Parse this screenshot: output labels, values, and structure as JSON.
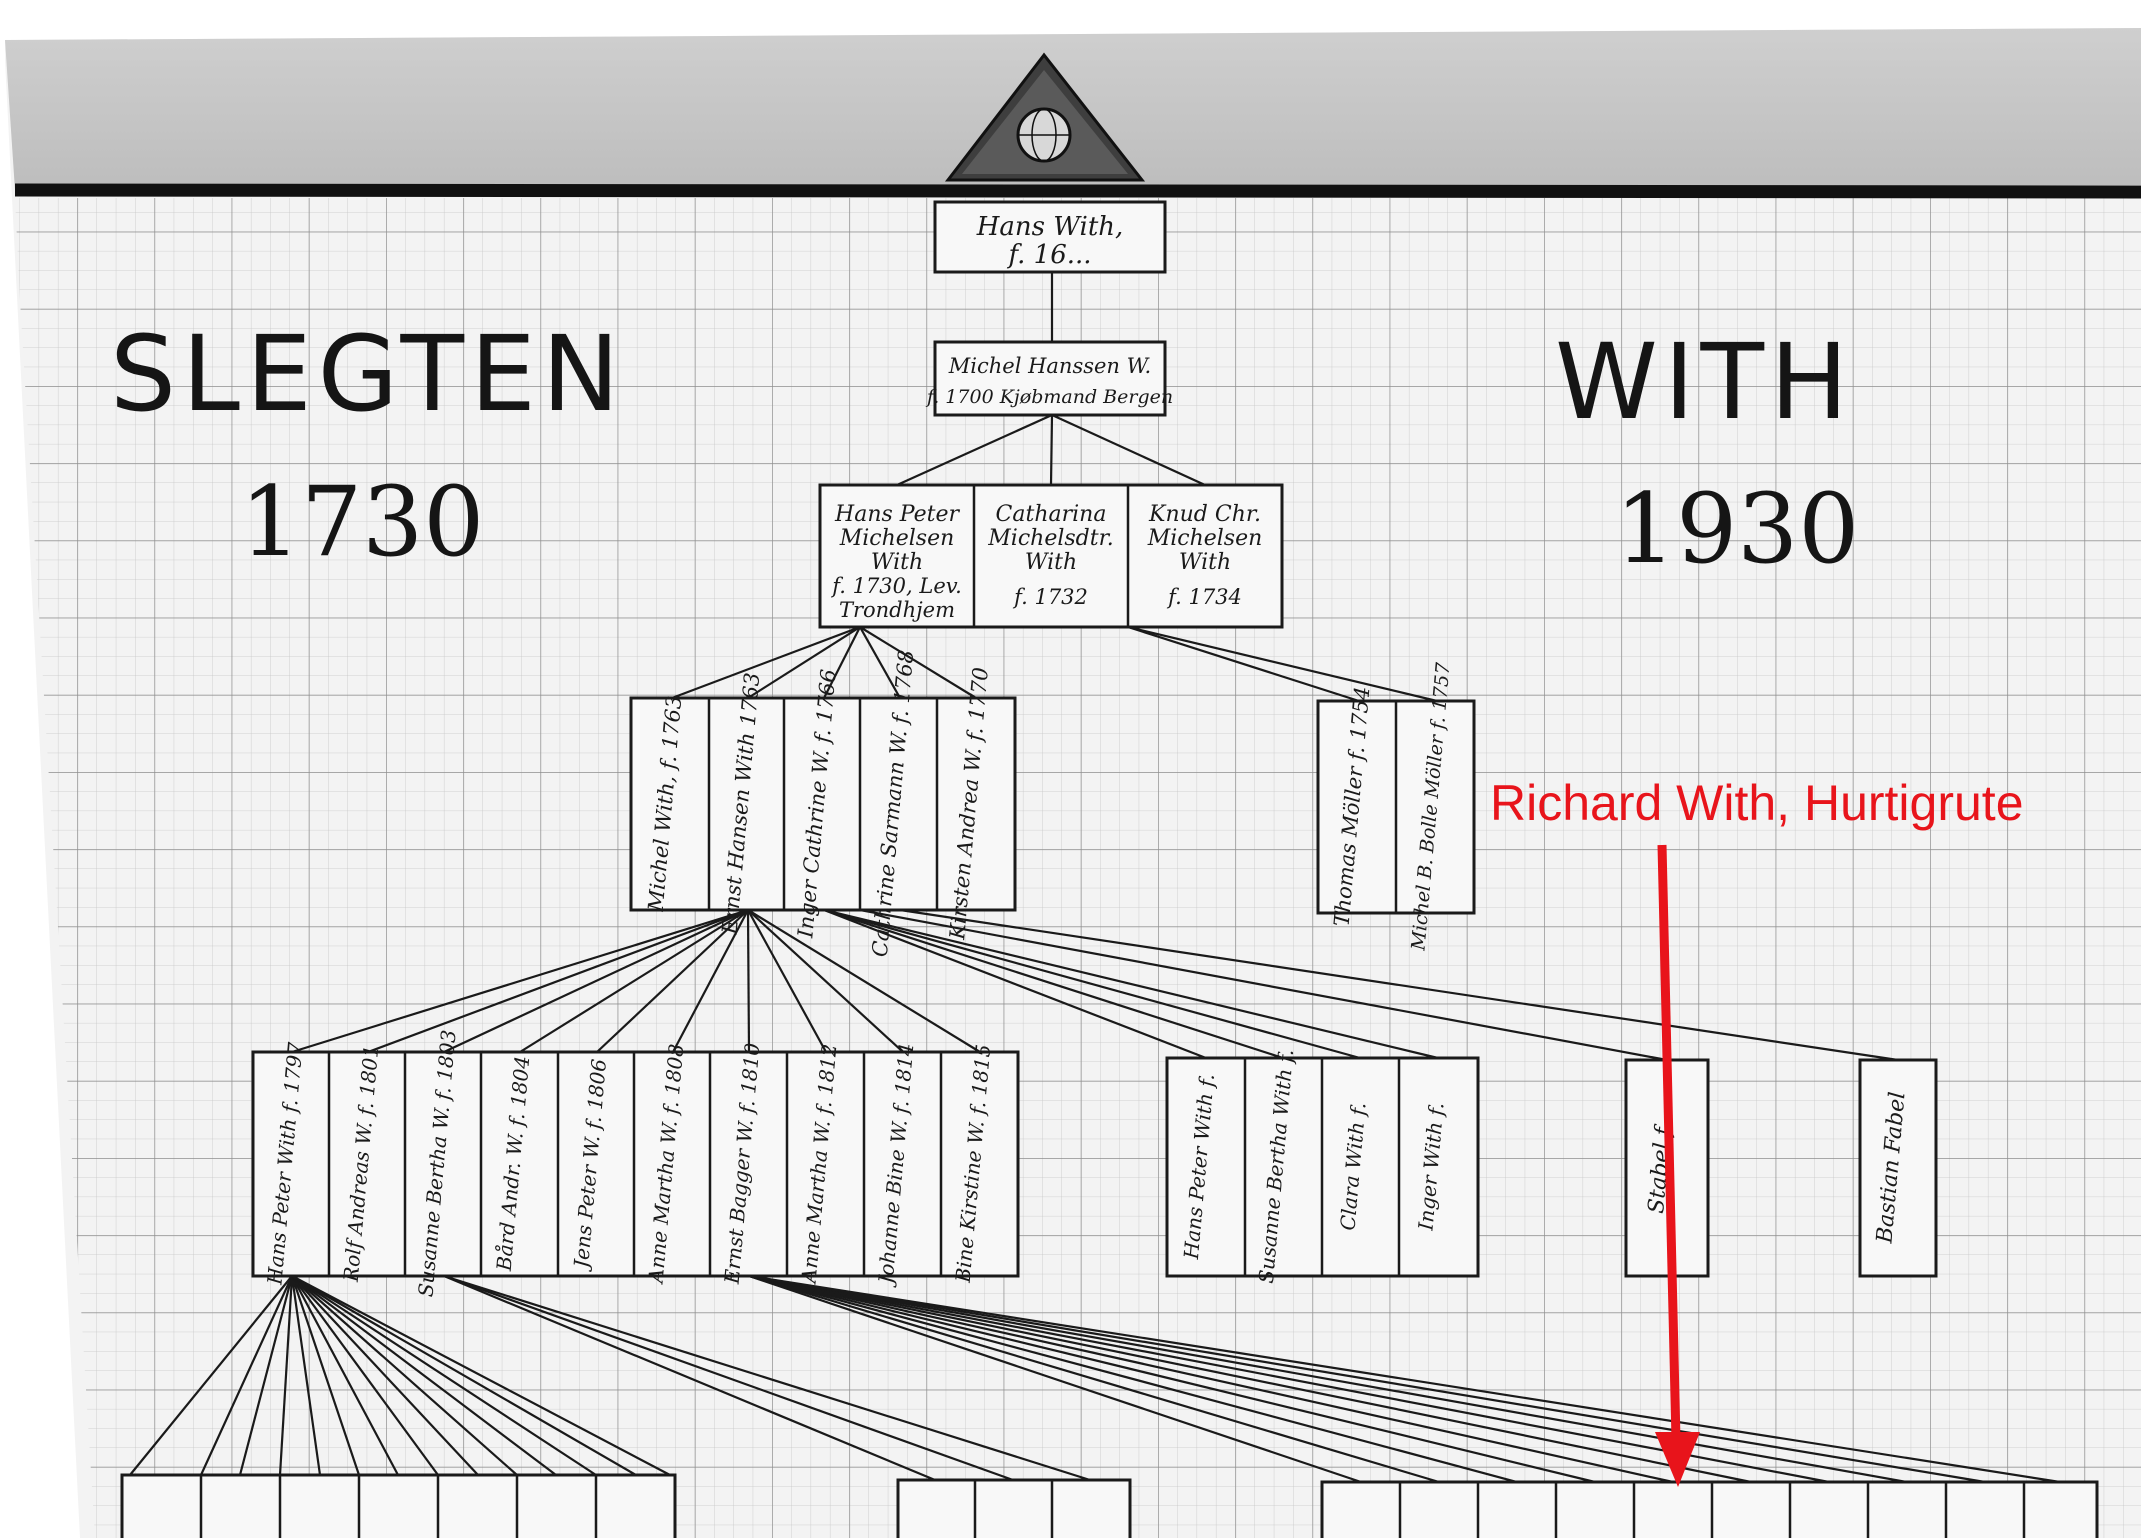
{
  "chart": {
    "title_left_word": "SLEGTEN",
    "title_left_year": "1730",
    "title_right_word": "WITH",
    "title_right_year": "1930"
  },
  "annotation": {
    "label": "Richard With, Hurtigrute",
    "color": "#e8141b"
  },
  "colors": {
    "paper": "#f2f2f2",
    "ink": "#1a1a1a",
    "grid": "#a9a9a9"
  },
  "emblem": "triangle-globe-emblem",
  "generations": {
    "g1": [
      {
        "line1": "Hans With,",
        "line2": "f. 16..."
      }
    ],
    "g2": [
      {
        "line1": "Michel Hanssen W.",
        "line2": "f. 1700 Kjøbmand Bergen"
      }
    ],
    "g3": [
      {
        "line1": "Hans Peter",
        "line2": "Michelsen",
        "line3": "With",
        "line4": "f. 1730, Lev.",
        "line5": "Trondhjem"
      },
      {
        "line1": "Catharina",
        "line2": "Michelsdtr.",
        "line3": "With",
        "line4": "f. 1732"
      },
      {
        "line1": "Knud Chr.",
        "line2": "Michelsen",
        "line3": "With",
        "line4": "f. 1734"
      }
    ],
    "g4a": [
      {
        "text": "Michel With, f. 1763"
      },
      {
        "text": "Ernst Hansen With 1763"
      },
      {
        "text": "Inger Cathrine W. f. 1766"
      },
      {
        "text": "Cathrine Sarmann W. f. 1768"
      },
      {
        "text": "Kirsten Andrea W. f. 1770"
      }
    ],
    "g4b": [
      {
        "text": "Thomas Möller f. 1754"
      },
      {
        "text": "Michel B. Bolle Möller f. 1757"
      }
    ],
    "g5a": [
      {
        "text": "Hans Peter With f. 1797"
      },
      {
        "text": "Rolf Andreas W. f. 1801"
      },
      {
        "text": "Susanne Bertha W. f. 1803"
      },
      {
        "text": "Bård Andr. W. f. 1804"
      },
      {
        "text": "Jens Peter W. f. 1806"
      },
      {
        "text": "Anne Martha W. f. 1808"
      },
      {
        "text": "Ernst Bagger W. f. 1810"
      },
      {
        "text": "Anne Martha W. f. 1812"
      },
      {
        "text": "Johanne Bine W. f. 1814"
      },
      {
        "text": "Bine Kirstine W. f. 1815"
      }
    ],
    "g5b": [
      {
        "text": "Hans Peter With f."
      },
      {
        "text": "Susanne Bertha With f."
      },
      {
        "text": "Clara With f."
      },
      {
        "text": "Inger With f."
      }
    ],
    "g5c": [
      {
        "text": "Stabel f."
      }
    ],
    "g5d": [
      {
        "text": "Bastian Fabel"
      }
    ]
  }
}
